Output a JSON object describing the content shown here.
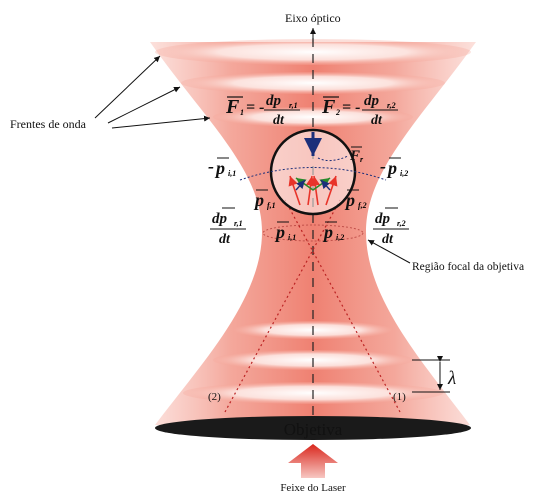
{
  "labels": {
    "optical_axis": "Eixo óptico",
    "wavefronts": "Frentes de onda",
    "focal_region": "Região focal da objetiva",
    "objective": "Objetiva",
    "laser_beam": "Feixe do Laser",
    "wavelength": "λ",
    "ray_left": "(2)",
    "ray_right": "(1)"
  },
  "equations": {
    "force_1": {
      "lhs": "F",
      "lhs_sub": "1",
      "eq": "= -",
      "num": "dp",
      "num_sub": "r,1",
      "den": "dt"
    },
    "force_2": {
      "lhs": "F",
      "lhs_sub": "2",
      "eq": "= -",
      "num": "dp",
      "num_sub": "r,2",
      "den": "dt"
    },
    "net_force": {
      "sym": "F",
      "sub": "r"
    },
    "p_i1_neg": {
      "pre": "-",
      "sym": "p",
      "sub": "i,1"
    },
    "p_i2_neg": {
      "pre": "-",
      "sym": "p",
      "sub": "i,2"
    },
    "p_f1": {
      "sym": "p",
      "sub": "f,1"
    },
    "p_f2": {
      "sym": "p",
      "sub": "f,2"
    },
    "dp_r1": {
      "num": "dp",
      "num_sub": "r,1",
      "den": "dt"
    },
    "dp_r2": {
      "num": "dp",
      "num_sub": "r,2",
      "den": "dt"
    },
    "p_i1": {
      "sym": "p",
      "sub": "i,1"
    },
    "p_i2": {
      "sym": "p",
      "sub": "i,2"
    }
  },
  "colors": {
    "beam": "#f08070",
    "beam_light": "#fde3dd",
    "arrow_red": "#e8342a",
    "objective": "#1a1a1a",
    "sphere_arrow": "#1c2f7a"
  }
}
